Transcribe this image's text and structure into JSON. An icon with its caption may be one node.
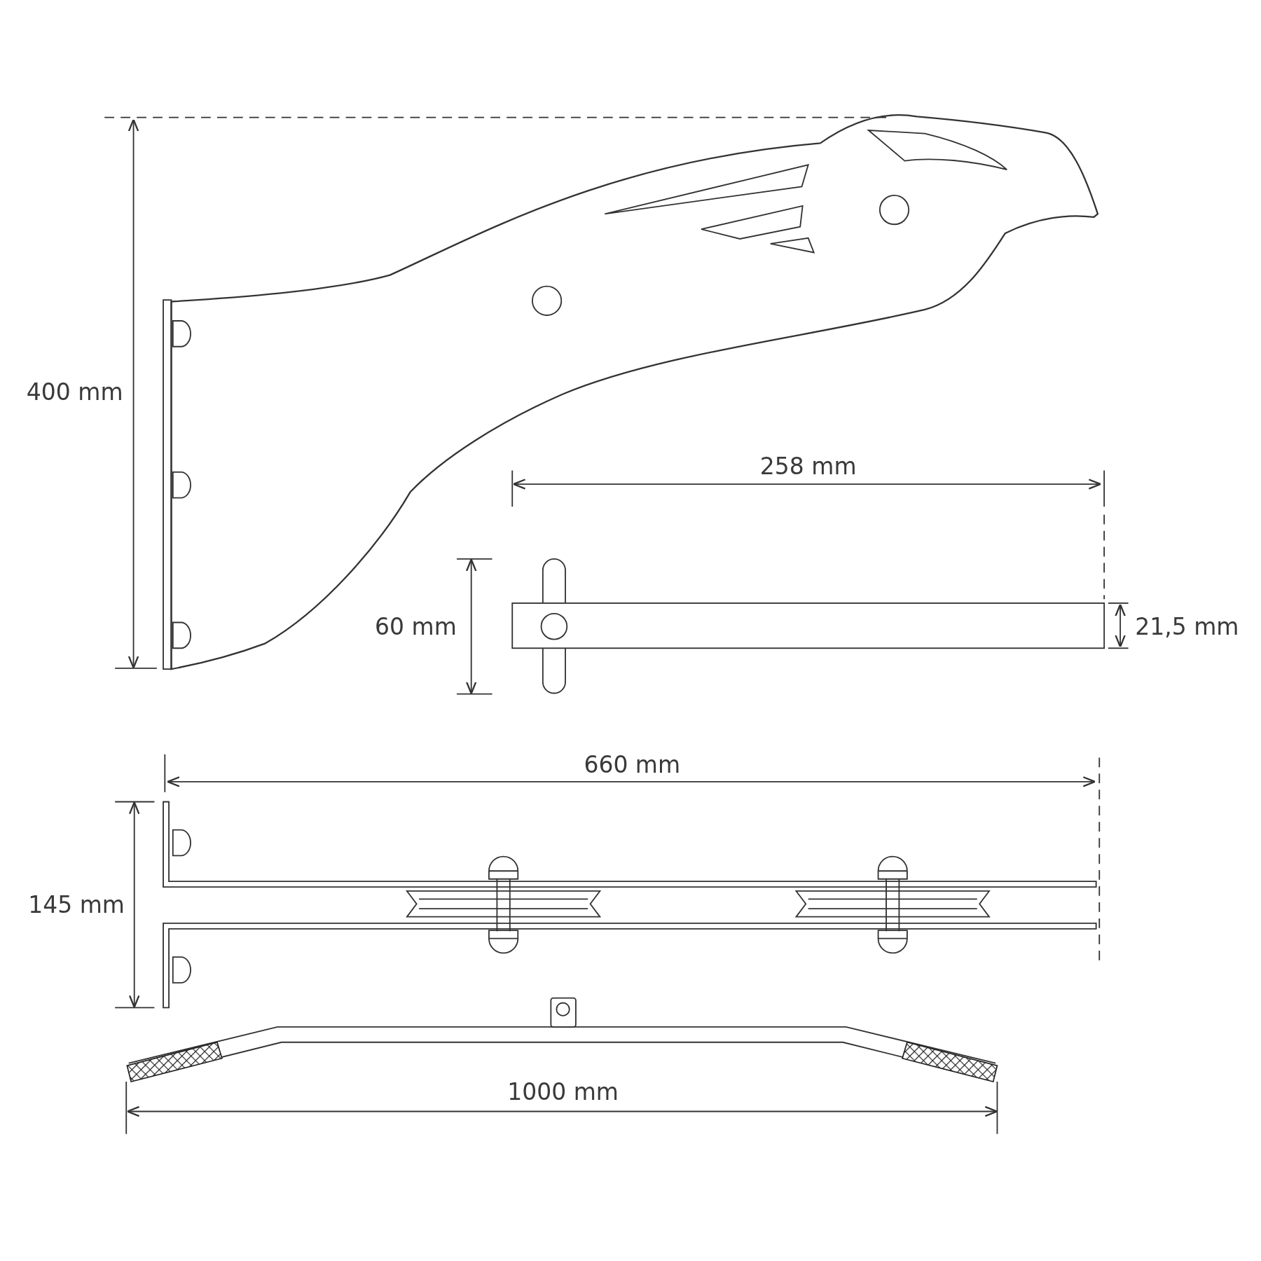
{
  "diagram": {
    "labels": [
      "400 mm",
      "258 mm",
      "60 mm",
      "21,5 mm",
      "660 mm",
      "145 mm",
      "1000 mm"
    ]
  }
}
